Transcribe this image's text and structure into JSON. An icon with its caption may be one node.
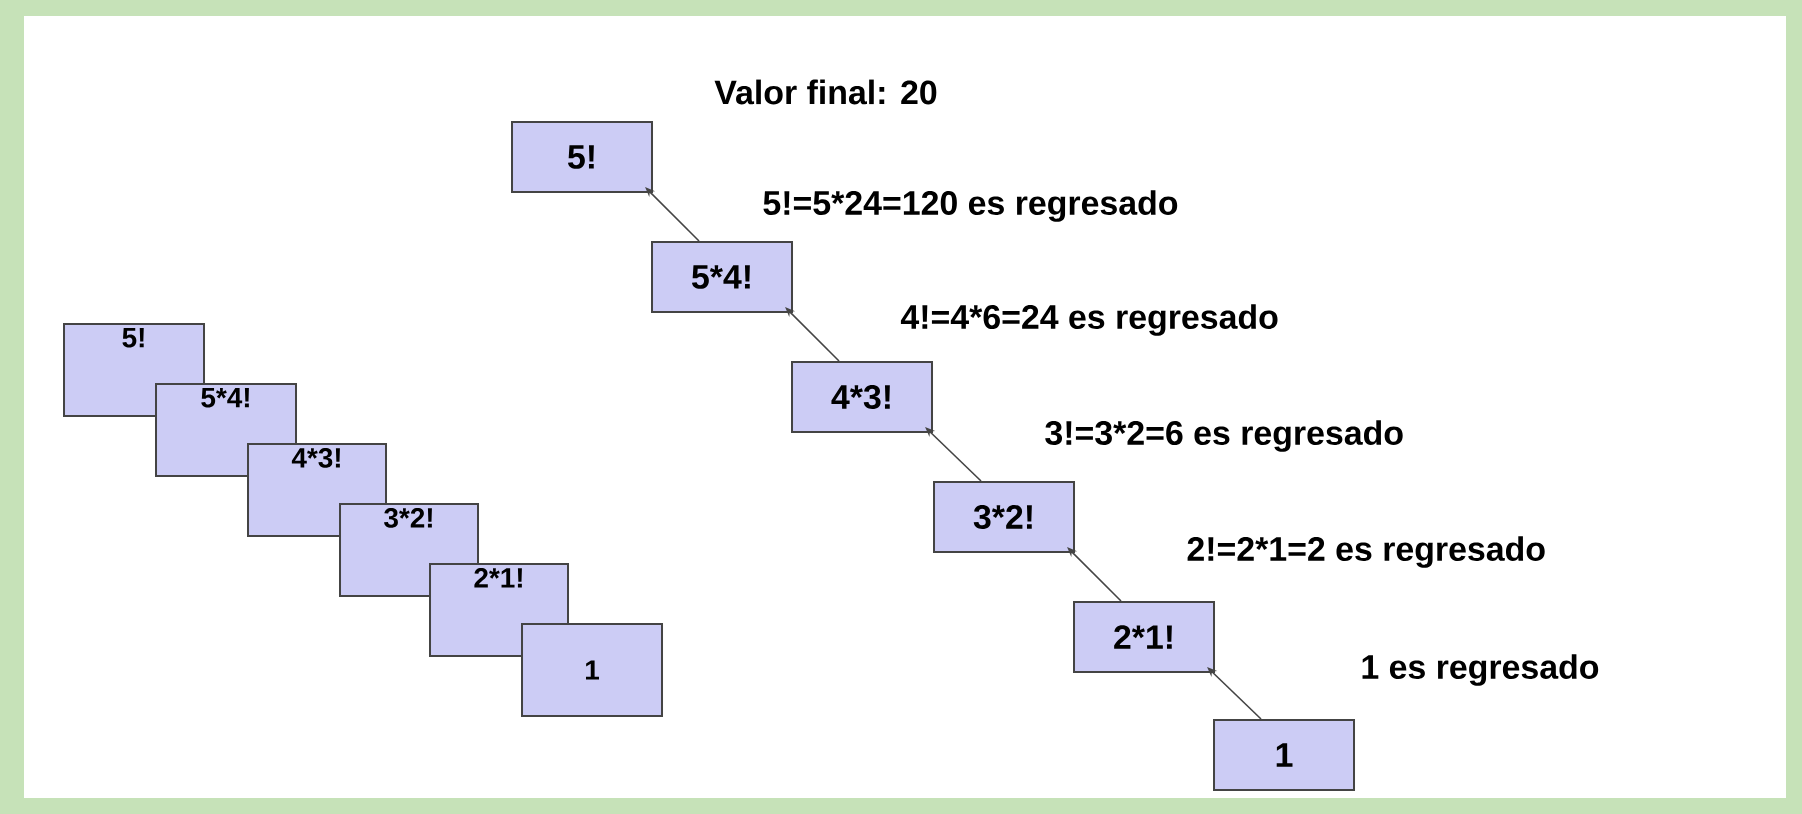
{
  "diagram": {
    "title": "Valor final: 20",
    "nodes": [
      {
        "text": [
          "5!"
        ]
      },
      {
        "text": [
          "5*4!"
        ]
      },
      {
        "text": [
          "4*3!"
        ]
      },
      {
        "text": [
          "3*2!"
        ]
      },
      {
        "text": [
          "2*1!"
        ]
      },
      {
        "text": [
          "1"
        ]
      },
      {
        "text": [
          "5!"
        ]
      },
      {
        "text": [
          "5*4!"
        ]
      },
      {
        "text": [
          "4*3!"
        ]
      },
      {
        "text": [
          "3*2!"
        ]
      },
      {
        "text": [
          "2*1!"
        ]
      },
      {
        "text": [
          "1"
        ]
      }
    ],
    "edges": [
      {
        "from": 7,
        "to": 6,
        "arrow": "to"
      },
      {
        "from": 8,
        "to": 7,
        "arrow": "to"
      },
      {
        "from": 9,
        "to": 8,
        "arrow": "to"
      },
      {
        "from": 10,
        "to": 9,
        "arrow": "to"
      },
      {
        "from": 11,
        "to": 10,
        "arrow": "to"
      }
    ],
    "labels": [
      "5!=5*24=120 es regresado",
      "4!=4*6=24 es regresado",
      "3!=3*2=6 es regresado",
      "2!=2*1=2 es regresado",
      "1 es regresado"
    ]
  }
}
